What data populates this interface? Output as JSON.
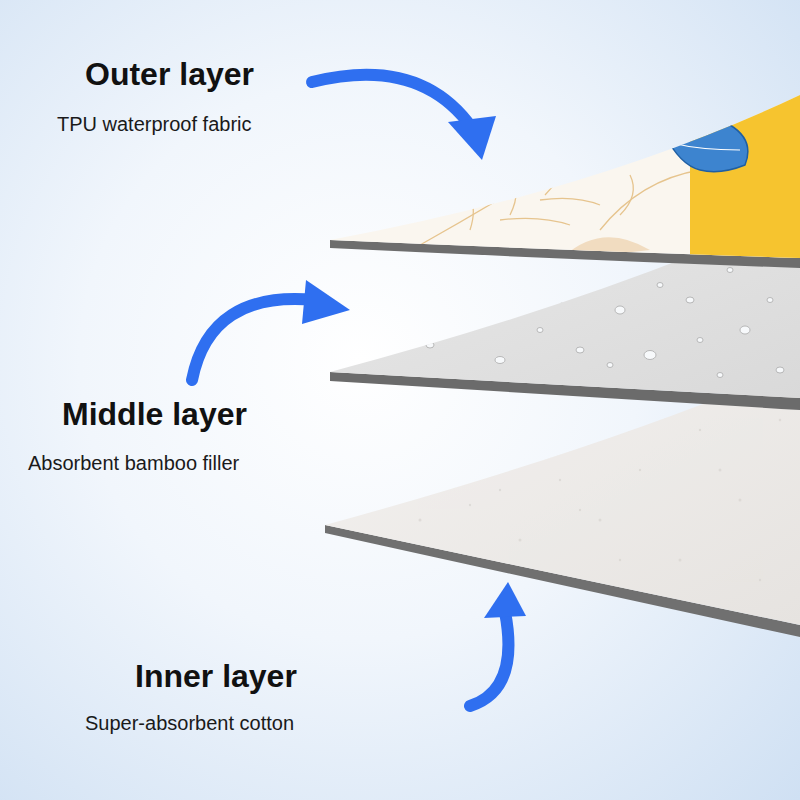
{
  "diagram": {
    "labels": [
      "Outer layer",
      "TPU waterproof fabric",
      "Middle layer",
      "Absorbent bamboo filler",
      "Inner layer",
      "Super-absorbent cotton"
    ]
  }
}
